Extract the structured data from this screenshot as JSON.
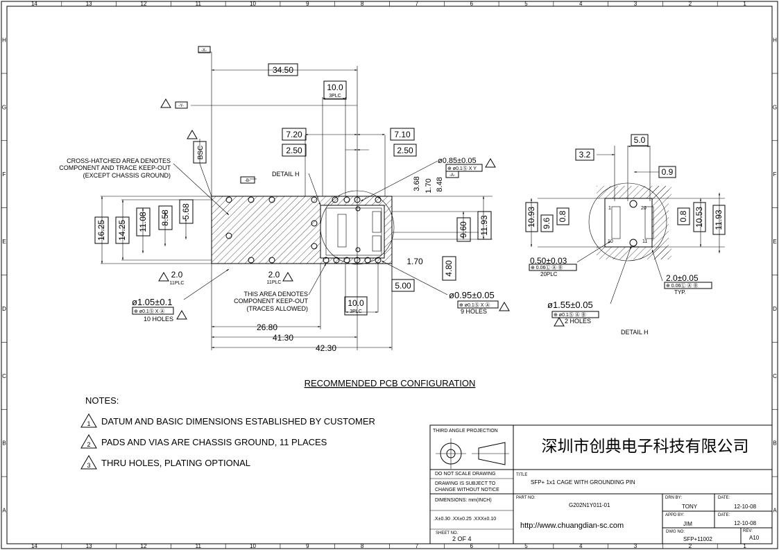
{
  "border": {
    "columns": [
      "14",
      "13",
      "12",
      "11",
      "10",
      "9",
      "8",
      "7",
      "6",
      "5",
      "4",
      "3",
      "2",
      "1"
    ],
    "rows": [
      "H",
      "G",
      "F",
      "E",
      "D",
      "C",
      "B",
      "A"
    ]
  },
  "main_view": {
    "dims": {
      "d34_50": "34.50",
      "d10_0_top": "10.0",
      "d10_0_top_note": "3PLC",
      "d7_20": "7.20",
      "d7_10": "7.10",
      "d2_50_left": "2.50",
      "d2_50_right": "2.50",
      "d16_25": "16.25",
      "d14_25": "14.25",
      "d11_08": "11.08",
      "d8_58": "8.58",
      "d5_68": "5.68",
      "d3_68": "3.68",
      "d1_70_v": "1.70",
      "d8_48": "8.48",
      "d9_60": "9.60",
      "d11_93": "11.93",
      "d1_70_h": "1.70",
      "d4_80": "4.80",
      "d5_00": "5.00",
      "d2_0_left": "2.0",
      "d2_0_left_note": "11PLC",
      "d2_0_mid": "2.0",
      "d2_0_mid_note": "11PLC",
      "d10_0_bot": "10.0",
      "d10_0_bot_note": "3PLC",
      "d26_80": "26.80",
      "d41_30": "41.30",
      "d42_30": "42.30",
      "bsc": "BSC"
    },
    "datums": {
      "x": "-X-",
      "y": "-Y-",
      "b": "-B-",
      "a": "-A-"
    },
    "notes_text": {
      "cross1": "CROSS-HATCHED AREA DENOTES",
      "cross2": "COMPONENT AND TRACE KEEP-OUT",
      "cross3": "(EXCEPT CHASSIS GROUND)",
      "detail_h": "DETAIL H",
      "area1": "THIS AREA DENOTES",
      "area2": "COMPONENT KEEP-OUT",
      "area3": "(TRACES ALLOWED)",
      "hole085": "ø0.85±0.05",
      "hole085_fcf": "⊕ ø0.1Ⓢ X Y",
      "hole095": "ø0.95±0.05",
      "hole095_fcf": "⊕ ø0.1Ⓢ X Ⓐ",
      "hole095_note": "9 HOLES",
      "hole105": "ø1.05±0.1",
      "hole105_fcf": "⊕ ø0.1Ⓢ X Ⓐ",
      "hole105_note": "10 HOLES"
    },
    "title": "RECOMMENDED PCB CONFIGURATION"
  },
  "detail_view": {
    "dims": {
      "d5_0": "5.0",
      "d3_2": "3.2",
      "d0_9": "0.9",
      "d10_93": "10.93",
      "d9_6": "9.6",
      "d0_8_l": "0.8",
      "d0_8_r": "0.8",
      "d10_53": "10.53",
      "d11_93": "11.93"
    },
    "pad_a": "0.50±0.03",
    "pad_a_fcf": "⊕ 0.06Ⓛ Ⓐ Ⓑ",
    "pad_a_note": "20PLC",
    "pad_b": "2.0±0.05",
    "pad_b_fcf": "⊕ 0.06Ⓛ Ⓐ Ⓑ",
    "pad_b_note": "TYP.",
    "hole155": "ø1.55±0.05",
    "hole155_fcf": "⊕ ø0.1Ⓢ Ⓐ Ⓑ",
    "hole155_note": "2 HOLES",
    "label": "DETAIL H",
    "pin1": "1",
    "pin20": "20",
    "pin10": "10",
    "pin11": "11"
  },
  "notes": {
    "heading": "NOTES:",
    "items": [
      {
        "num": "1",
        "text": "DATUM AND BASIC DIMENSIONS ESTABLISHED BY CUSTOMER"
      },
      {
        "num": "2",
        "text": "PADS AND VIAS ARE CHASSIS GROUND, 11 PLACES"
      },
      {
        "num": "3",
        "text": "THRU HOLES, PLATING OPTIONAL"
      }
    ]
  },
  "title_block": {
    "projection": "THIRD ANGLE PROJECTION",
    "company": "深圳市创典电子科技有限公司",
    "do_not_scale": "DO NOT SCALE DRAWING",
    "subject1": "DRAWING IS SUBJECT TO",
    "subject2": "CHANGE WITHOUT NOTICE",
    "dimensions": "DIMENSIONS:  mm(INCH)",
    "tolerance": ".X±0.30 .XX±0.25 .XXX±0.10",
    "sheet_label": "SHEET NO.",
    "sheet": "2 OF 4",
    "title_label": "TITLE",
    "title": "SFP+ 1x1 CAGE WITH GROUNDING PIN",
    "part_label": "PART NO:",
    "part": "G202N1Y011-01",
    "url": "http://www.chuangdian-sc.com",
    "drn_label": "DRN BY:",
    "drn": "TONY",
    "date_label1": "DATE:",
    "date1": "12-10-08",
    "appd_label": "APPD BY:",
    "appd": "JIM",
    "date_label2": "DATE:",
    "date2": "12-10-08",
    "dwg_label": "DWG NO:",
    "dwg": "SFP+11002",
    "rev_label": "REV:",
    "rev": "A10"
  }
}
